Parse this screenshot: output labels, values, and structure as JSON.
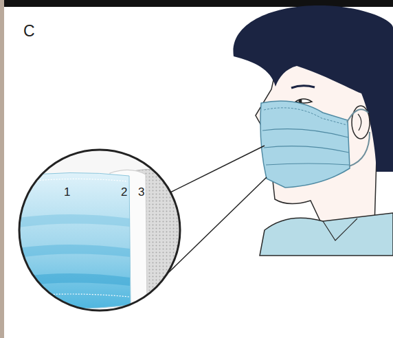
{
  "diagram": {
    "labels": [
      "C",
      "1",
      "2",
      "3"
    ]
  }
}
